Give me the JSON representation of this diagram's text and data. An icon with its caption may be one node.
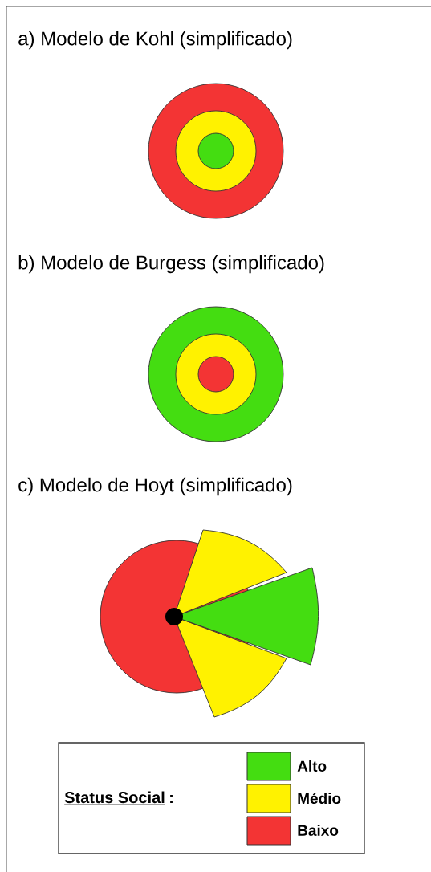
{
  "diagram": {
    "labels": [
      "a) Modelo de Kohl (simplificado)",
      "b) Modelo de Burgess (simplificado)",
      "c) Modelo de Hoyt (simplificado)",
      "Status  Social",
      ":"
    ],
    "legend": [
      {
        "text": "Alto",
        "color": "#44dd11"
      },
      {
        "text": "Médio",
        "color": "#fff200"
      },
      {
        "text": "Baixo",
        "color": "#f33434"
      }
    ]
  }
}
